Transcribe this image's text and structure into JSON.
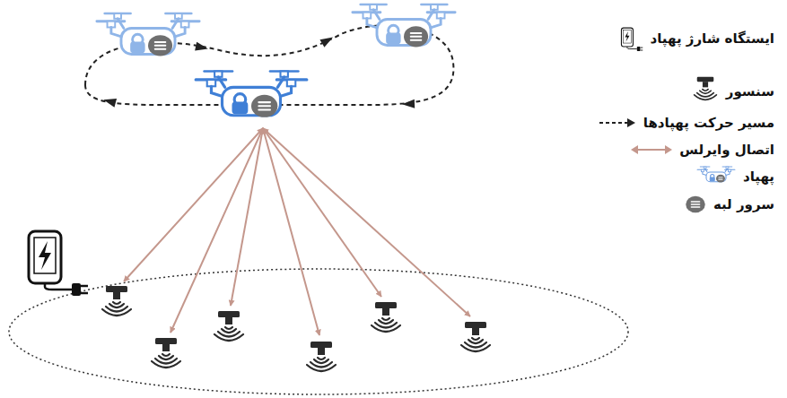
{
  "diagram": {
    "legend": [
      {
        "text": "ایستگاه شارژ پهپاد"
      },
      {
        "text": "سنسور"
      },
      {
        "text": "مسیر حرکت پهپادها"
      },
      {
        "text": "اتصال وایرلس"
      },
      {
        "text": "پهپاد"
      },
      {
        "text": "سرور لبه"
      }
    ]
  }
}
